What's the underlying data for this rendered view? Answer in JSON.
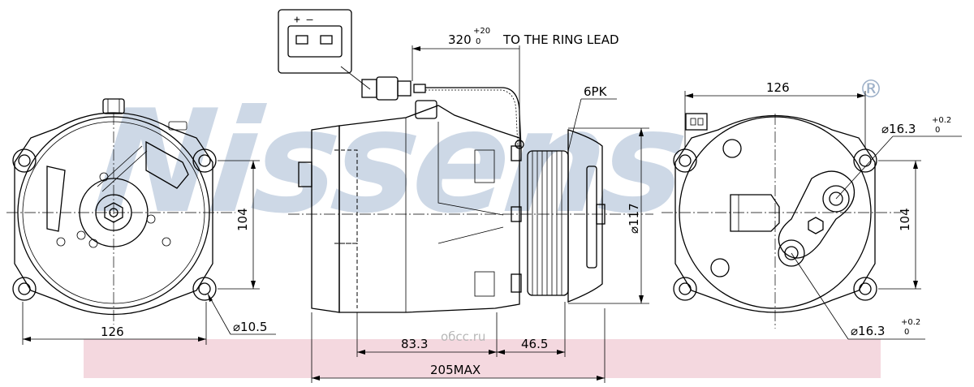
{
  "watermark": {
    "brand": "Nissens",
    "registered": "®",
    "site": "oбcc.ru",
    "band_color": "#f4d8df",
    "text_color": "#c5d2e2"
  },
  "connector": {
    "pin_labels": "+ –",
    "lead_label": "320",
    "lead_sup": "+20",
    "lead_sub": "0",
    "lead_text": "TO THE RING LEAD"
  },
  "front_view": {
    "width_label": "126",
    "height_label": "104",
    "hole_label": "⌀10.5"
  },
  "side_view": {
    "belt_label": "6PK",
    "pulley_label": "⌀117",
    "dim_a": "83.3",
    "dim_b": "46.5",
    "total_label": "205MAX"
  },
  "rear_view": {
    "width_label": "126",
    "height_label": "104",
    "port_top": "⌀16.3",
    "port_top_sup": "+0.2",
    "port_top_sub": "0",
    "port_bottom": "⌀16.3",
    "port_bottom_sup": "+0.2",
    "port_bottom_sub": "0"
  }
}
